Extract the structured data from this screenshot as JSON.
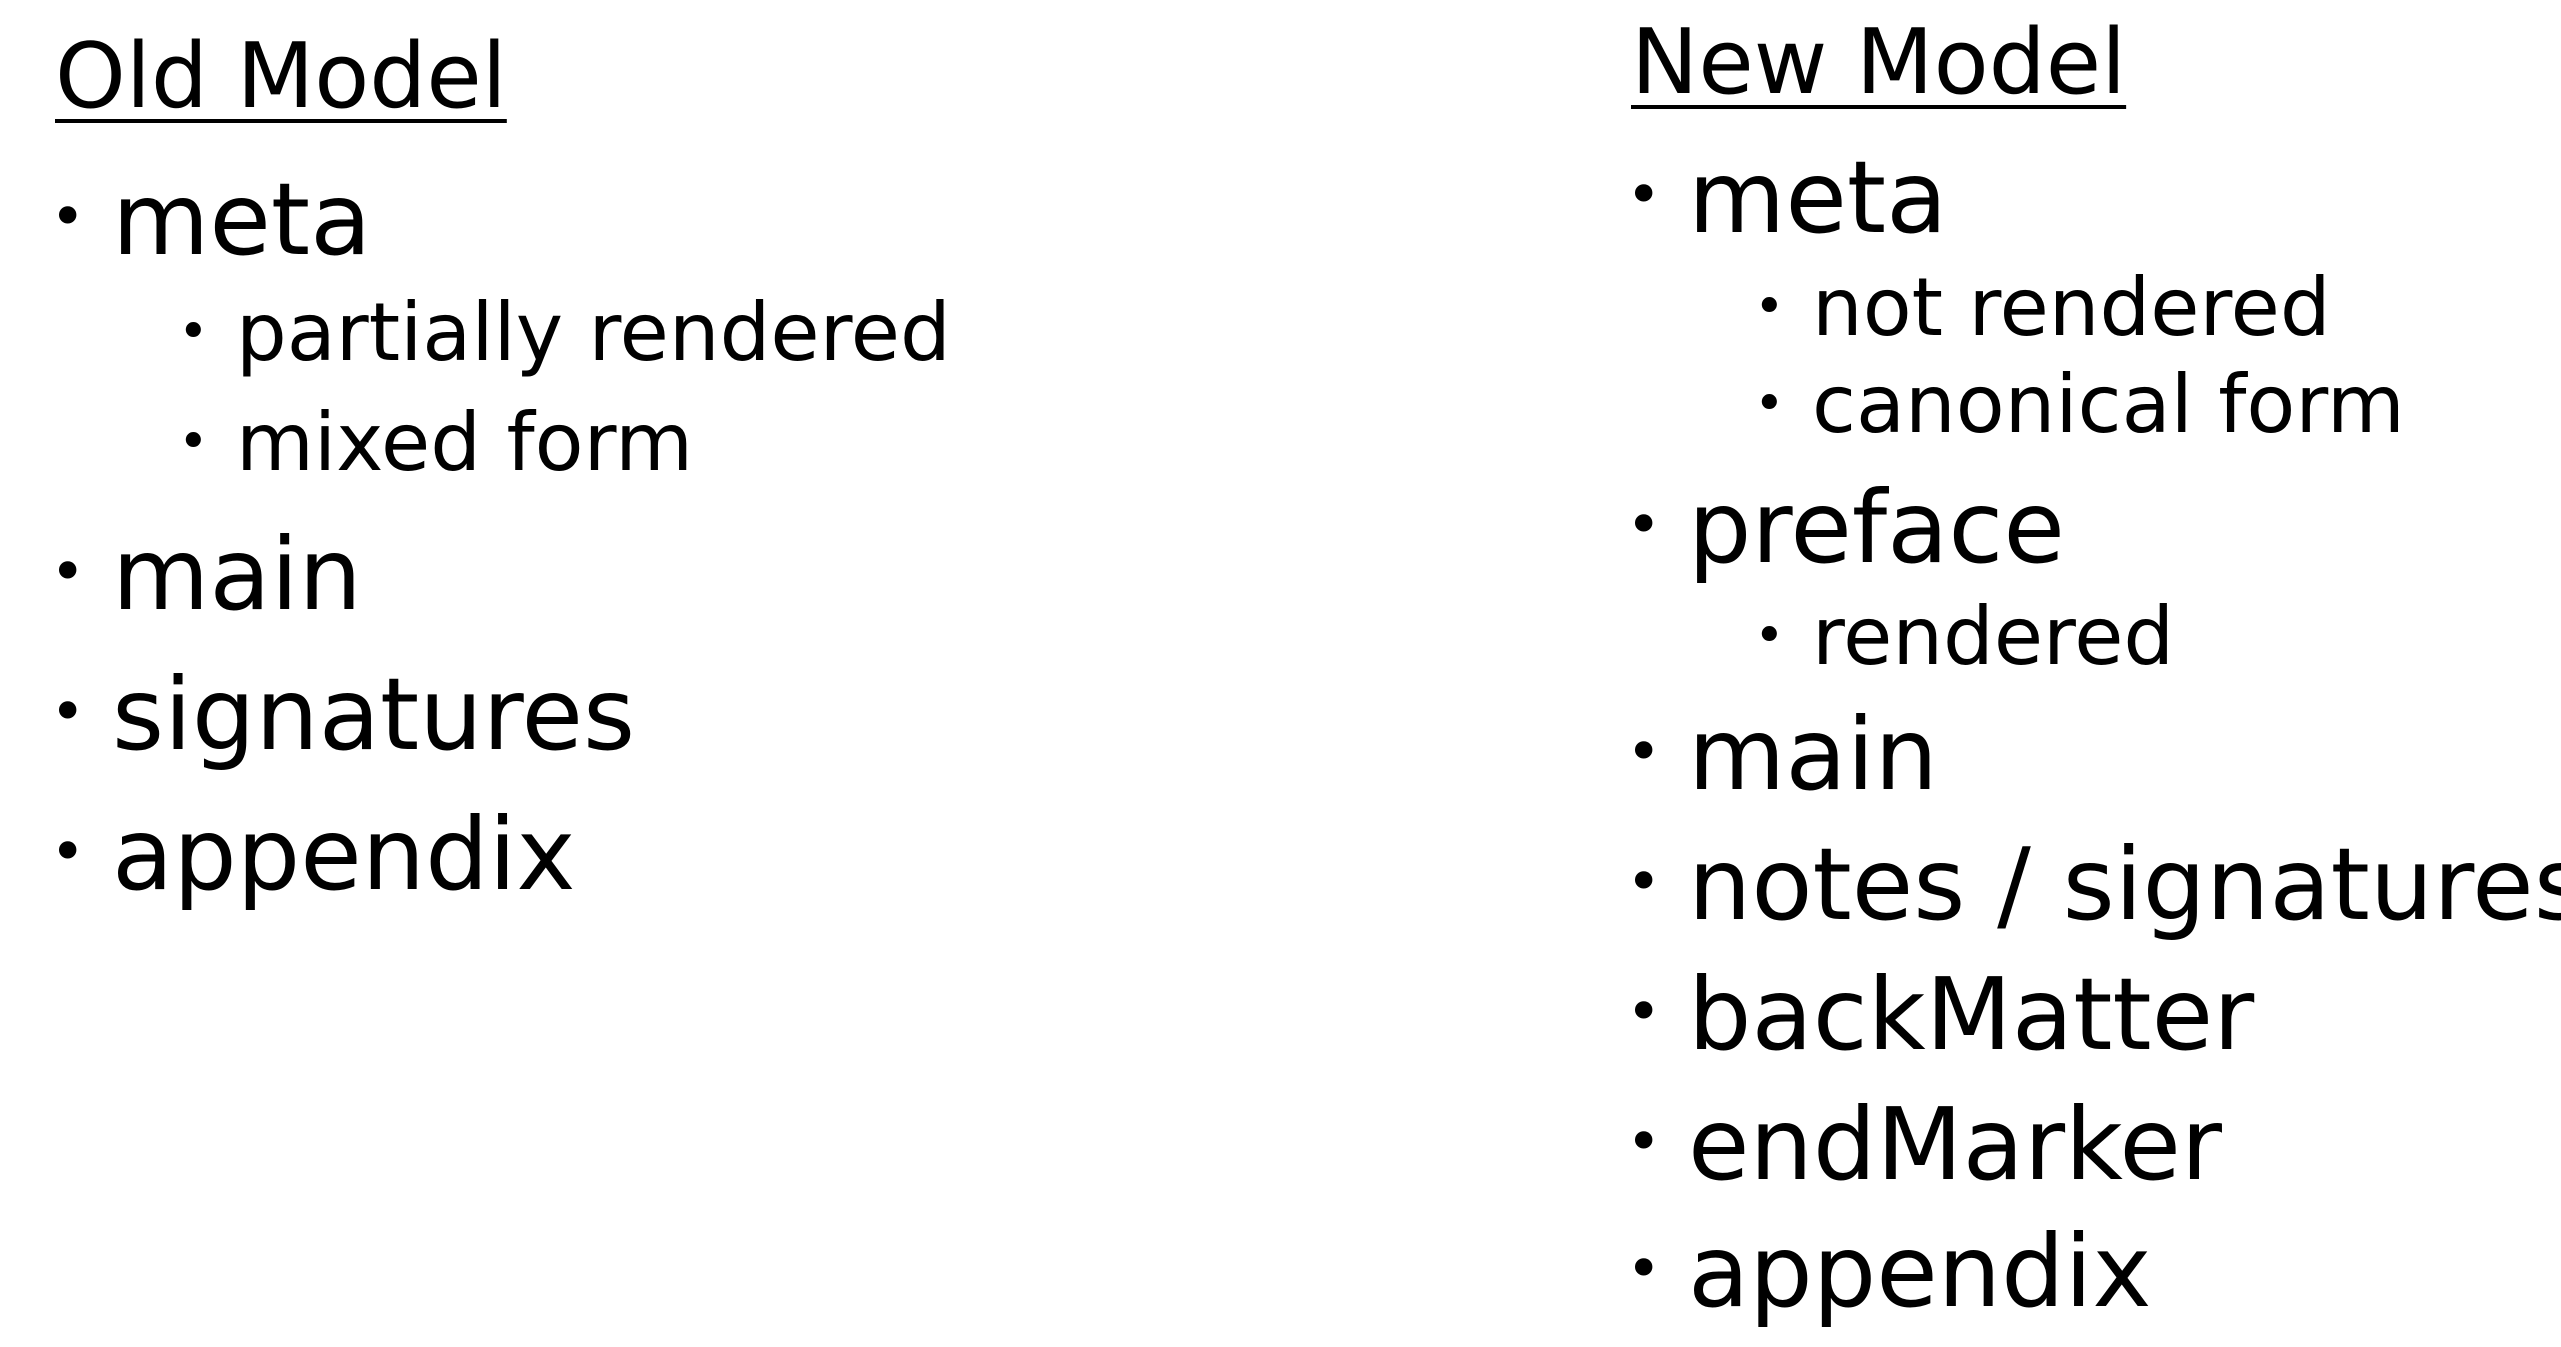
{
  "old_model": {
    "heading": "Old Model",
    "items": [
      {
        "label": "meta"
      },
      {
        "label": "partially rendered"
      },
      {
        "label": "mixed form"
      },
      {
        "label": "main"
      },
      {
        "label": "signatures"
      },
      {
        "label": "appendix"
      }
    ]
  },
  "new_model": {
    "heading": "New Model",
    "items": [
      {
        "label": "meta"
      },
      {
        "label": "not rendered"
      },
      {
        "label": "canonical form"
      },
      {
        "label": "preface"
      },
      {
        "label": "rendered"
      },
      {
        "label": "main"
      },
      {
        "label": "notes / signatures"
      },
      {
        "label": "backMatter"
      },
      {
        "label": "endMarker"
      },
      {
        "label": "appendix"
      }
    ]
  },
  "bullet_glyph": "•"
}
